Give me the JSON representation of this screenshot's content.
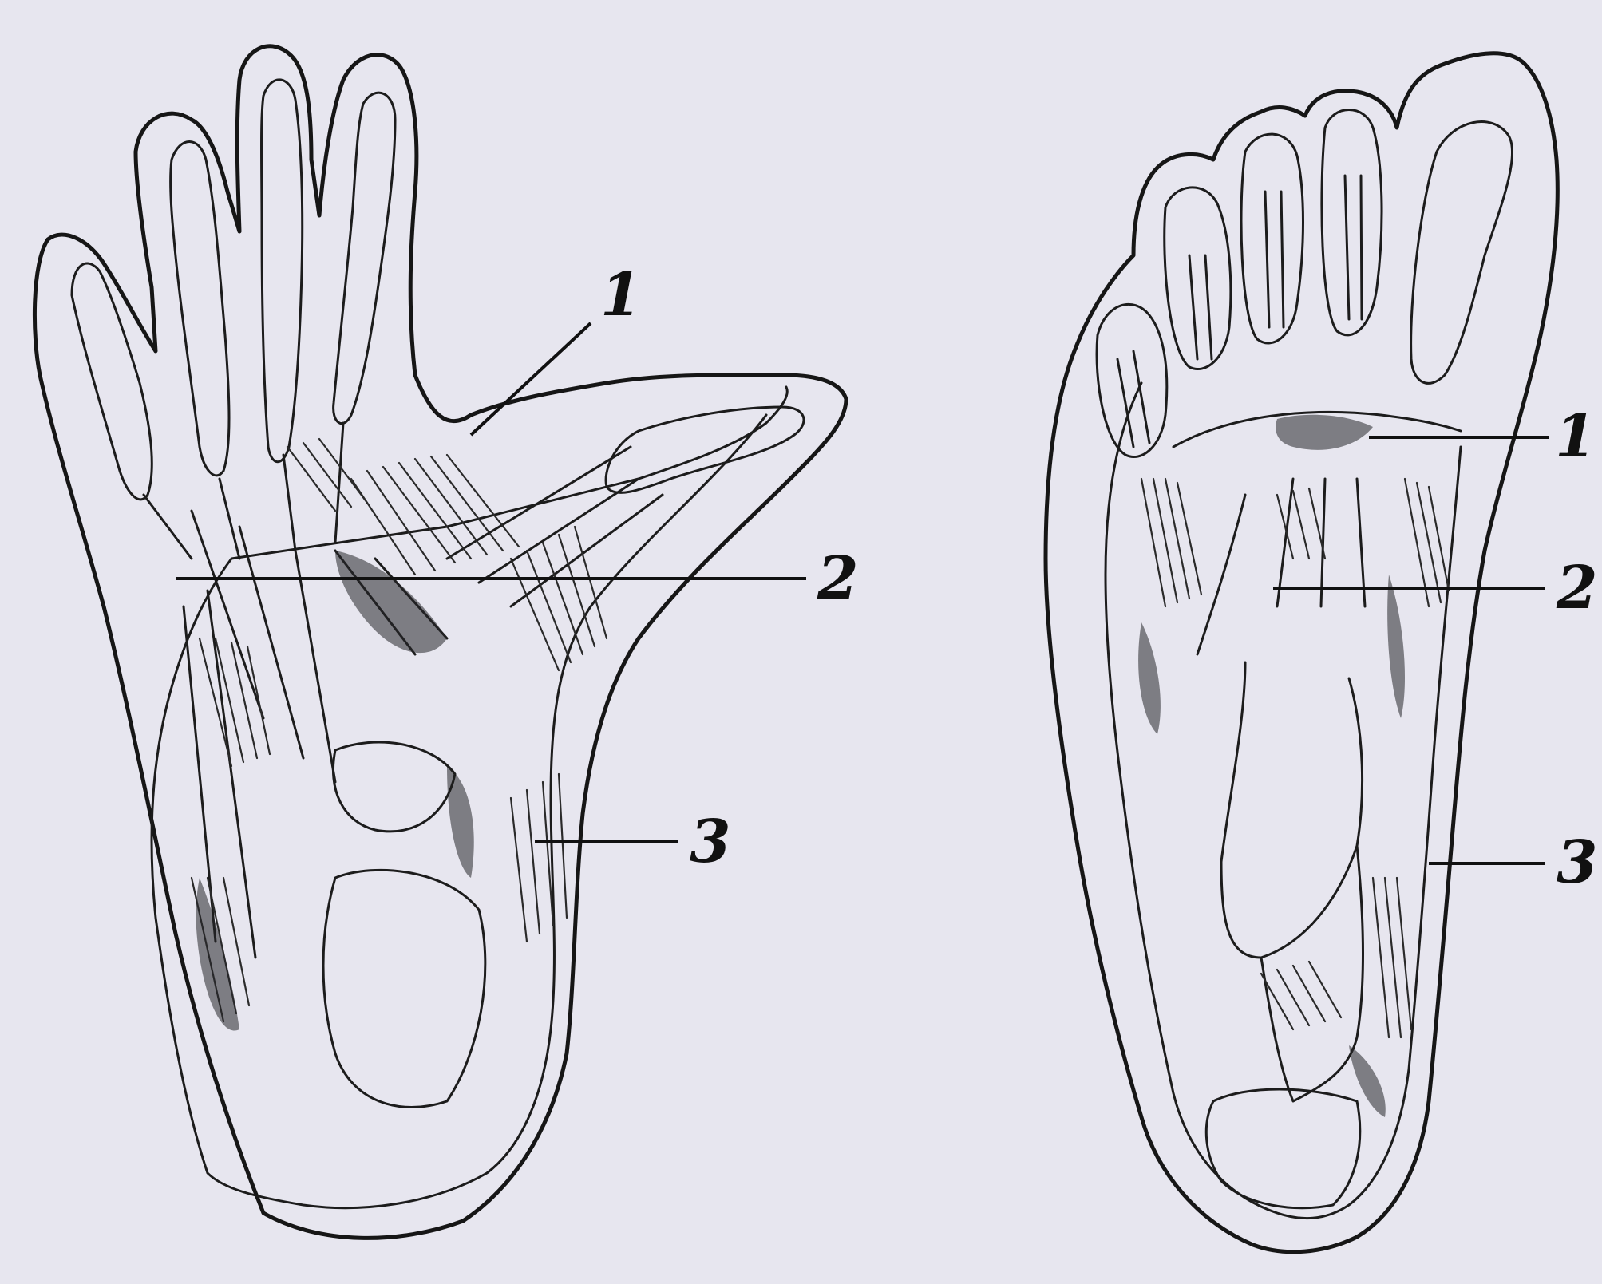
{
  "hand_labels": [
    "1",
    "2",
    "3"
  ],
  "foot_labels": [
    "1",
    "2",
    "3"
  ],
  "colors": {
    "paper": "#e7e6ef",
    "ink": "#161616"
  }
}
